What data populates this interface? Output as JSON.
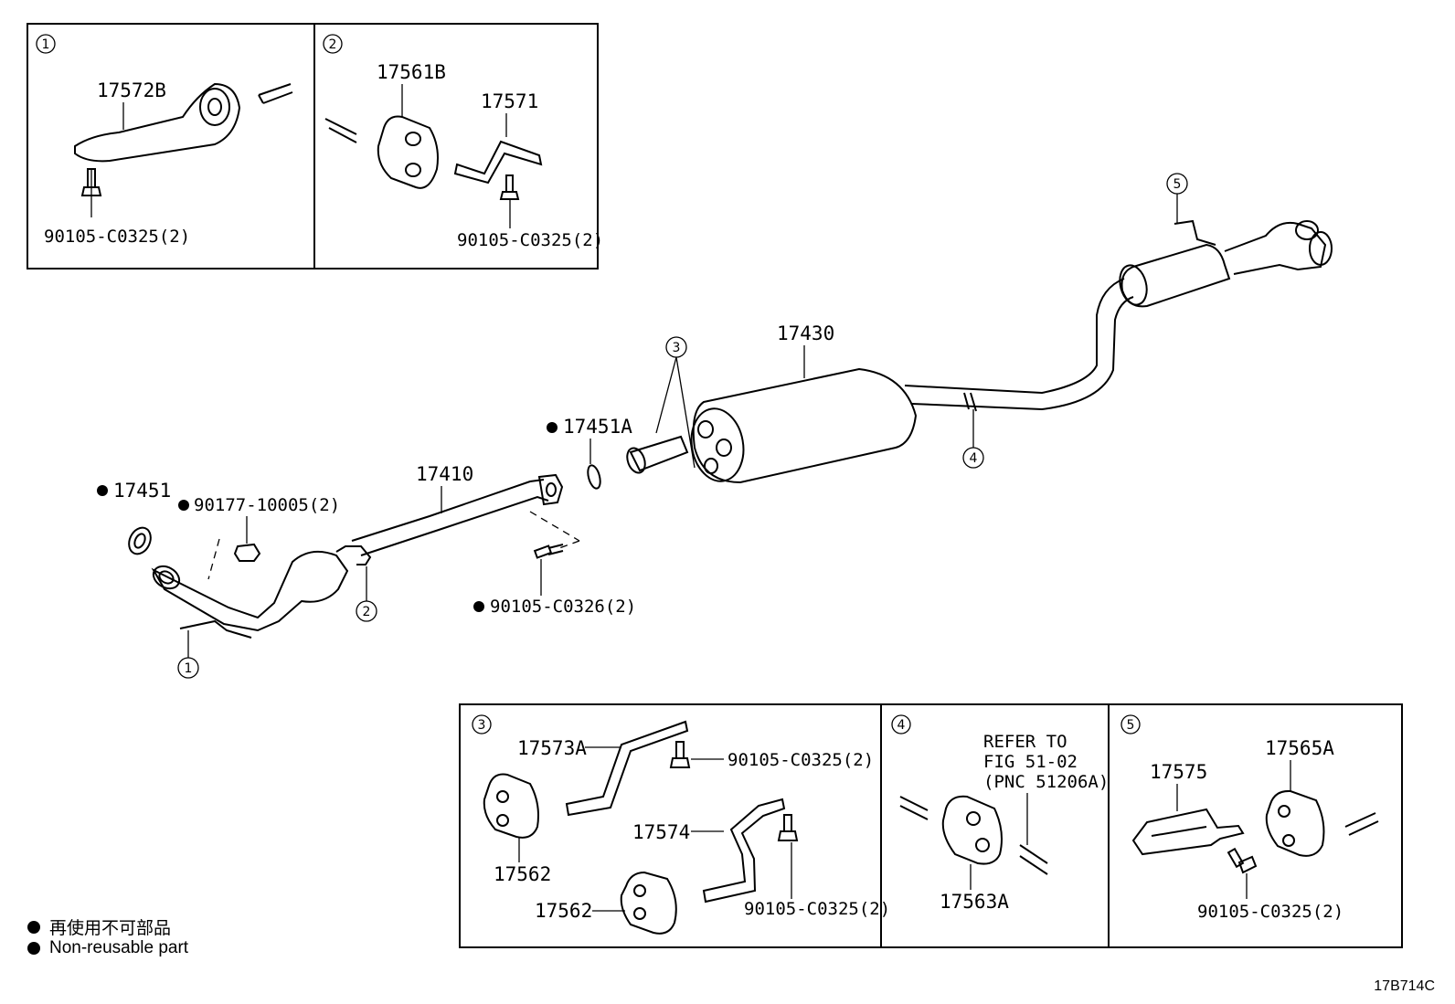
{
  "insets": {
    "inset1": {
      "callout": "1",
      "part": "17572B",
      "bolt": "90105-C0325(2)"
    },
    "inset2": {
      "callout": "2",
      "part_a": "17561B",
      "part_b": "17571",
      "bolt": "90105-C0325(2)"
    },
    "inset3": {
      "callout": "3",
      "part_a": "17573A",
      "bolt_a": "90105-C0325(2)",
      "part_b": "17574",
      "bolt_b": "90105-C0325(2)",
      "part_c": "17562",
      "part_d": "17562"
    },
    "inset4": {
      "callout": "4",
      "refer_1": "REFER TO",
      "refer_2": "FIG 51-02",
      "refer_3": "(PNC 51206A)",
      "part": "17563A"
    },
    "inset5": {
      "callout": "5",
      "part_a": "17575",
      "part_b": "17565A",
      "bolt": "90105-C0325(2)"
    }
  },
  "main": {
    "p17451": "17451",
    "p90177": "90177-10005(2)",
    "p17410": "17410",
    "p17451A": "17451A",
    "p90105_c0326": "90105-C0326(2)",
    "p17430": "17430",
    "callouts": {
      "c1": "1",
      "c2": "2",
      "c3": "3",
      "c4": "4",
      "c5": "5"
    }
  },
  "legend": {
    "line1": "再使用不可部品",
    "line2": "Non-reusable part"
  },
  "figure_code": "17B714C"
}
